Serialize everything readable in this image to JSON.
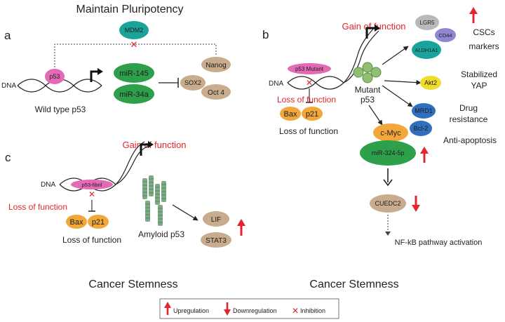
{
  "colors": {
    "red": "#e4252b",
    "green": "#2e9f4a",
    "teal": "#1aa39a",
    "pink": "#e56ab6",
    "tan": "#c8ac8d",
    "orange": "#f2a73b",
    "blue": "#2f6fbe",
    "gray": "#b9b9b9",
    "lavender": "#8f88d0",
    "yellow": "#f0dc2a"
  },
  "icons": {
    "upregulation": "up-arrow-icon",
    "downregulation": "down-arrow-icon",
    "inhibition": "x-mark-icon"
  },
  "panel_a": {
    "title": "Maintain Pluripotency",
    "letter": "a",
    "mdm2": "MDM2",
    "p53": "p53",
    "dna": "DNA",
    "mir145": "miR-145",
    "mir34a": "miR-34a",
    "sox2": "SOX2",
    "nanog": "Nanog",
    "oct4": "Oct 4",
    "caption": "Wild type p53"
  },
  "panel_b": {
    "letter": "b",
    "gain": "Gain of function",
    "p53_mutant": "p53 Mutant",
    "dna": "DNA",
    "mutant_p53_line1": "Mutant",
    "mutant_p53_line2": "p53",
    "loss_red": "Loss of function",
    "bax": "Bax",
    "p21": "p21",
    "loss_black": "Loss of function",
    "lgr5": "LGR5",
    "cd44": "CD44",
    "aldh1a1": "ALDH1A1",
    "cscs_line1": "CSCs",
    "cscs_line2": "markers",
    "akt2": "Akt2",
    "yap_line1": "Stabilized",
    "yap_line2": "YAP",
    "mrd1": "MRD1",
    "bcl2": "Bcl-2",
    "drug_line1": "Drug",
    "drug_line2": "resistance",
    "anti": "Anti-apoptosis",
    "cmyc": "c-Myc",
    "mir324": "miR-324-5p",
    "cuedc2": "CUEDC2",
    "nfkb": "NF-kB pathway activation",
    "stemness": "Cancer Stemness"
  },
  "panel_c": {
    "letter": "c",
    "gain": "Gain of function",
    "p53_fibril": "p53-fibril",
    "dna": "DNA",
    "loss_red": "Loss of function",
    "bax": "Bax",
    "p21": "p21",
    "loss_black": "Loss of function",
    "amyloid": "Amyloid p53",
    "lif": "LIF",
    "stat3": "STAT3",
    "stemness": "Cancer Stemness"
  },
  "legend": {
    "up": "Upregulation",
    "down": "Downregulation",
    "inhibition": "Inhibition"
  }
}
